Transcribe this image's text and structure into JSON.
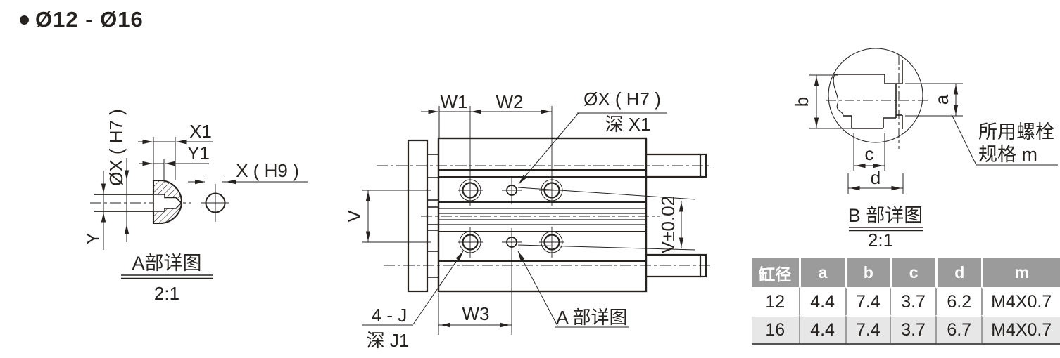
{
  "title": {
    "text": "Ø12 - Ø16"
  },
  "detail_a": {
    "dia_label": "ØX ( H7 )",
    "x1": "X1",
    "y1": "Y1",
    "x_h9": "X ( H9 )",
    "y": "Y",
    "title": "A部详图",
    "scale": "2:1"
  },
  "main_view": {
    "w1": "W1",
    "w2": "W2",
    "w3": "W3",
    "v": "V",
    "v_tol": "V±0.02",
    "hole_label_line1": "ØX ( H7 )",
    "hole_label_line2": "深 X1",
    "thread_label_line1": "4 - J",
    "thread_label_line2": "深 J1",
    "detail_a_ref": "A 部详图"
  },
  "detail_b": {
    "a": "a",
    "b": "b",
    "c": "c",
    "d": "d",
    "bolt_note_line1": "所用螺栓",
    "bolt_note_line2": "规格 m",
    "title": "B 部详图",
    "scale": "2:1"
  },
  "table": {
    "headers": [
      "缸径",
      "a",
      "b",
      "c",
      "d",
      "m"
    ],
    "rows": [
      [
        "12",
        "4.4",
        "7.4",
        "3.7",
        "6.2",
        "M4X0.7"
      ],
      [
        "16",
        "4.4",
        "7.4",
        "3.7",
        "6.7",
        "M4X0.7"
      ]
    ]
  },
  "colors": {
    "line": "#262220",
    "table_header_bg": "#9b9b9b",
    "table_row_alt_bg": "#e7e7e7",
    "table_bottom_border": "#555555"
  }
}
